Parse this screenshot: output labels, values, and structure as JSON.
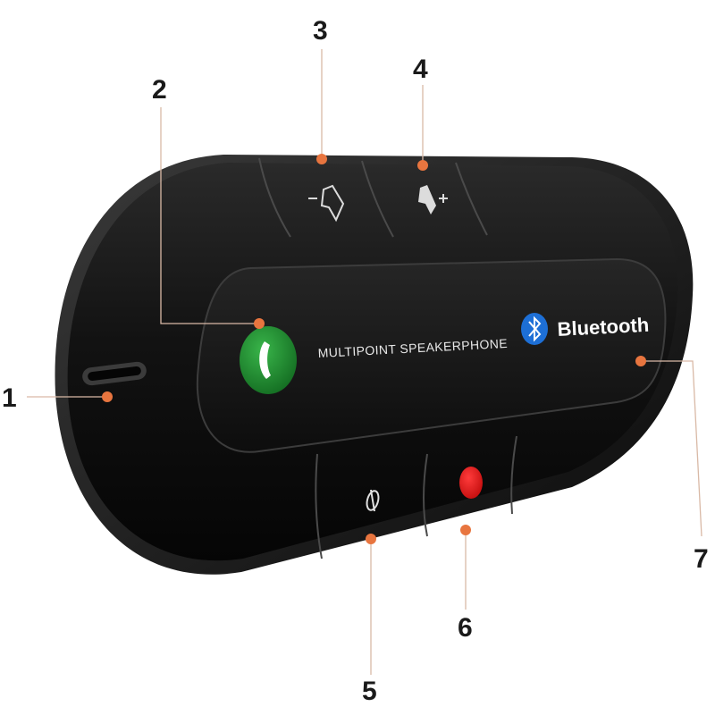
{
  "device": {
    "panel_label": "MULTIPOINT SPEAKERPHONE",
    "brand_label": "Bluetooth",
    "icons": {
      "bluetooth_logo": "bluetooth-icon",
      "call_button": "phone-handset-icon",
      "volume_down": "volume-down-icon",
      "volume_up": "volume-up-icon",
      "power": "power-icon",
      "mute": "mute-icon"
    },
    "colors": {
      "body": "#111111",
      "call_button": "#1f8a2e",
      "mute_button": "#e01b1b",
      "bluetooth_blue": "#1d6fd6",
      "callout_dot": "#e8753f"
    }
  },
  "callouts": [
    {
      "number": "1"
    },
    {
      "number": "2"
    },
    {
      "number": "3"
    },
    {
      "number": "4"
    },
    {
      "number": "5"
    },
    {
      "number": "6"
    },
    {
      "number": "7"
    }
  ]
}
